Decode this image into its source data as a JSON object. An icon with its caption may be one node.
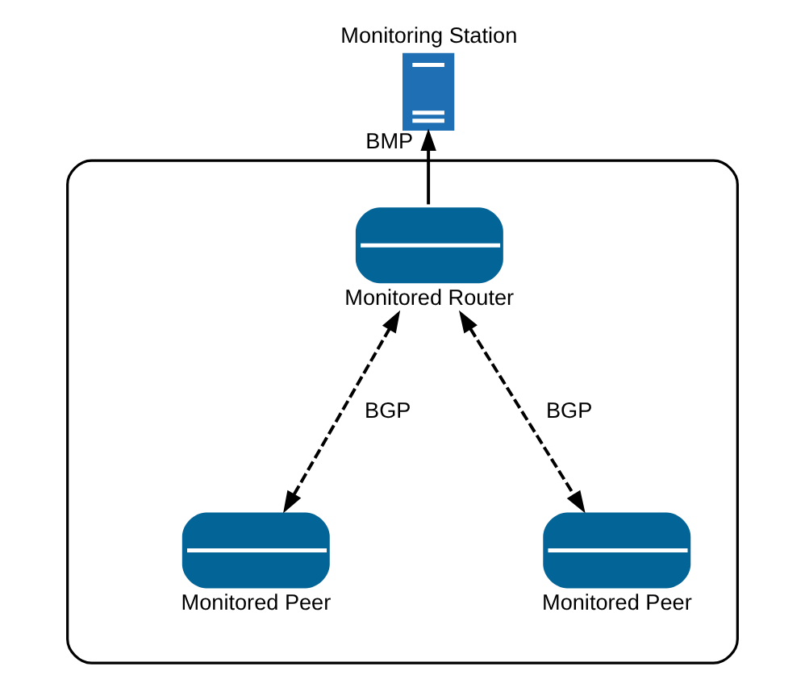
{
  "diagram": {
    "nodes": [
      {
        "text": [
          "Monitoring Station"
        ]
      },
      {
        "text": [],
        "shape": "cloud"
      },
      {
        "text": [
          "Monitored Router"
        ],
        "in": 1
      },
      {
        "text": [
          "Monitored Peer"
        ],
        "in": 1
      },
      {
        "text": [
          "Monitored Peer"
        ],
        "in": 1
      }
    ],
    "edges": [
      {
        "from": 2,
        "to": 0,
        "arrow": "to",
        "label": "BMP"
      },
      {
        "from": 2,
        "to": 3,
        "arrow": "both",
        "style": "dashed",
        "label": "BGP"
      },
      {
        "from": 2,
        "to": 4,
        "arrow": "both",
        "style": "dashed",
        "label": "BGP"
      }
    ]
  }
}
